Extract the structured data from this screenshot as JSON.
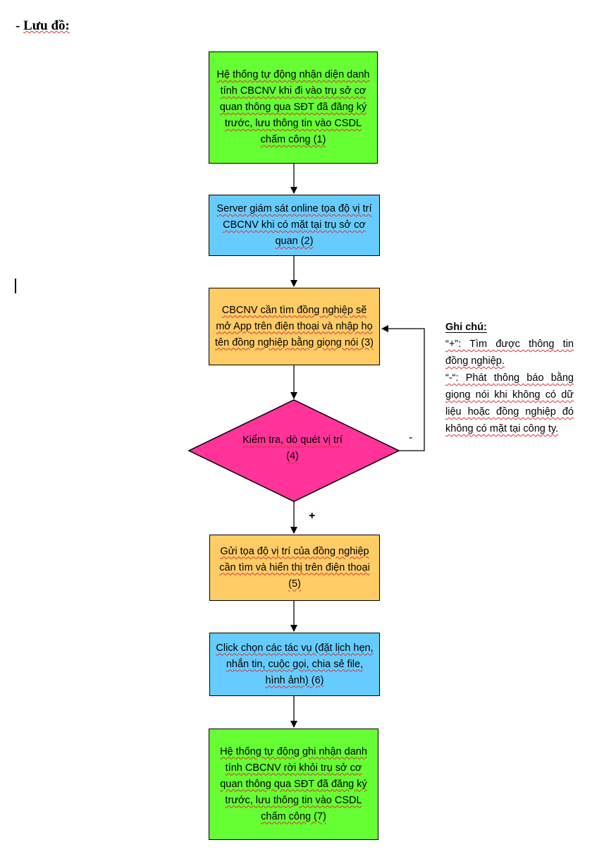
{
  "heading": {
    "prefix": "- ",
    "text": "Lưu đồ:"
  },
  "flowchart": {
    "step1": "Hệ thống tự động nhận diện danh tính CBCNV khi đi vào trụ sở cơ quan thông qua SĐT đã đăng ký trước, lưu thông tin vào CSDL chấm công (1)",
    "step2": "Server giám sát online tọa độ vị trí CBCNV khi có mặt tại trụ sở cơ quan (2)",
    "step3": "CBCNV cần tìm đồng nghiệp sẽ mở App trên điện thoại và nhập họ tên đồng nghiệp bằng giọng nói (3)",
    "decision": "Kiểm tra, dò quét vị trí (4)",
    "step5": "Gửi tọa độ vị trí của đồng nghiệp cần tìm và hiển thị trên điện thoại (5)",
    "step6": "Click chọn các tác vụ (đặt lịch hẹn, nhắn tin, cuộc gọi, chia sẻ file, hình ảnh) (6)",
    "step7": "Hệ thống tự động ghi nhận danh tính CBCNV rời khỏi trụ sở cơ quan thông qua SĐT đã đăng ký trước, lưu thông tin vào CSDL chấm công (7)",
    "label_plus": "+",
    "label_minus": "-"
  },
  "note": {
    "title": "Ghi chú:",
    "line1": "“+”: Tìm được thông tin đồng nghiệp.",
    "line2": "“-“: Phát thông báo bằng giọng nói khi không có dữ liệu hoặc đồng nghiệp đó không có mặt tại công ty."
  },
  "colors": {
    "green": "#66ff33",
    "blue": "#66ccff",
    "orange": "#ffcc66",
    "magenta": "#ff3399",
    "squiggle": "#d33"
  }
}
